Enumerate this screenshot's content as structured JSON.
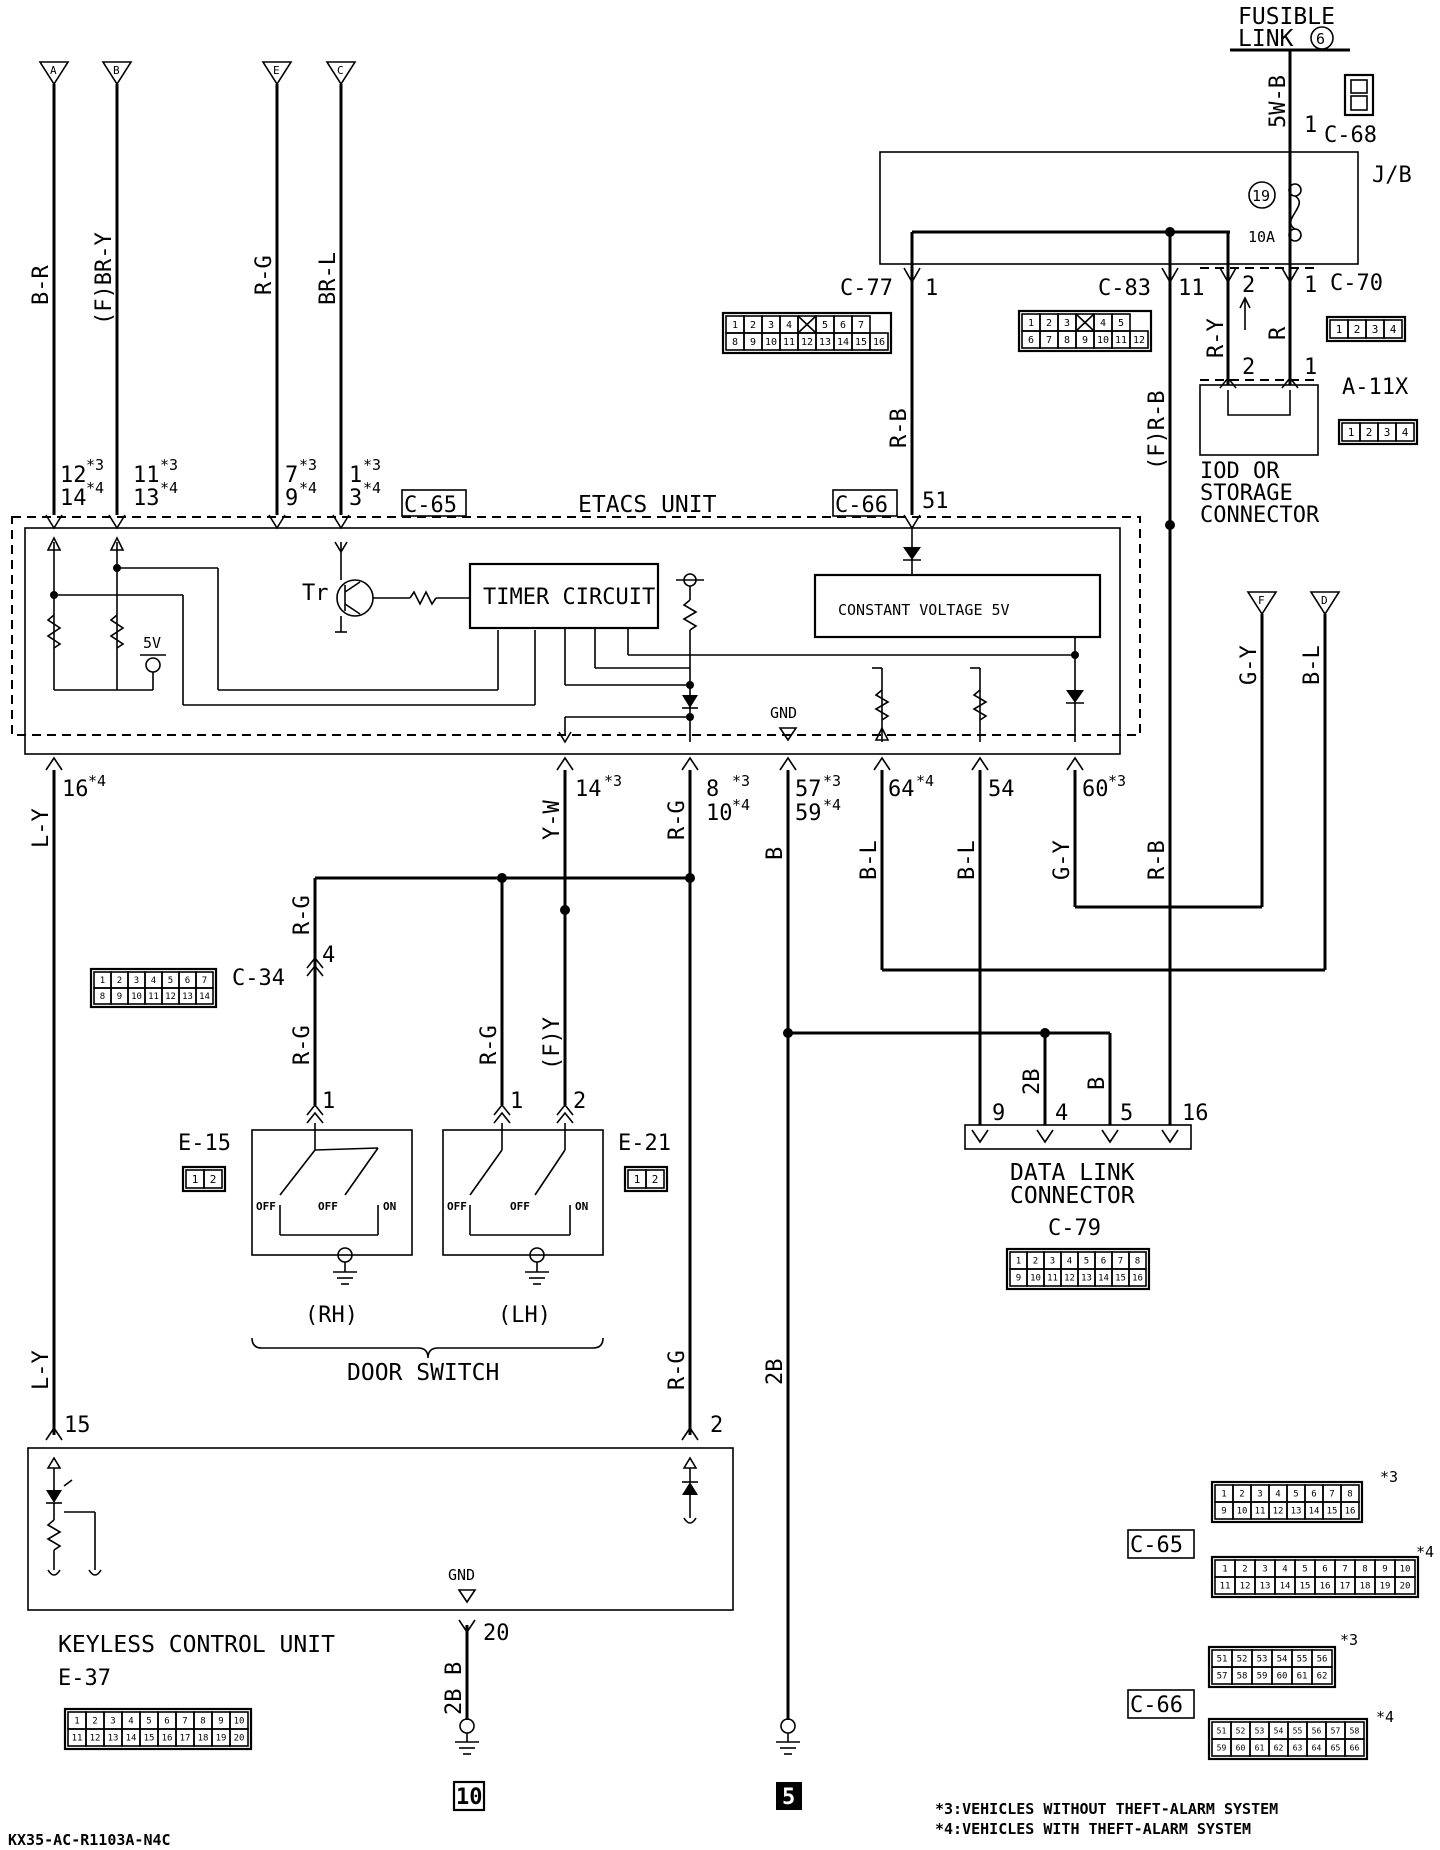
{
  "header": {
    "fusible_link_line1": "FUSIBLE",
    "fusible_link_line2": "LINK",
    "fusible_link_number": "6"
  },
  "terminals": {
    "A": "A",
    "B": "B",
    "E": "E",
    "C": "C",
    "F": "F",
    "D": "D"
  },
  "wire_colors": {
    "w_a": "B-R",
    "w_b": "(F)BR-Y",
    "w_e": "R-G",
    "w_c": "BR-L",
    "w_5wb": "5W-B",
    "w_c77": "R-B",
    "w_c83": "(F)R-B",
    "w_ry": "R-Y",
    "w_r": "R",
    "w_gy_top": "G-Y",
    "w_bl_top": "B-L",
    "w_ly1": "L-Y",
    "w_yw": "Y-W",
    "w_rg1": "R-G",
    "w_b57": "B",
    "w_bl64": "B-L",
    "w_bl54": "B-L",
    "w_gy60": "G-Y",
    "w_rb_low": "R-B",
    "w_rg_rh1": "R-G",
    "w_rg_rh2": "R-G",
    "w_rg_lh": "R-G",
    "w_fy": "(F)Y",
    "w_2b_dlc": "2B",
    "w_b_dlc": "B",
    "w_ly2": "L-Y",
    "w_rg2": "R-G",
    "w_2b_mid": "2B",
    "w_b_kcu": "B",
    "w_2b_kcu": "2B"
  },
  "connectors": {
    "c68": "C-68",
    "jb": "J/B",
    "fuse_no": "19",
    "fuse_amp": "10A",
    "c77": "C-77",
    "c83": "C-83",
    "c70": "C-70",
    "a11x": "A-11X",
    "c65": "C-65",
    "c66": "C-66",
    "c34": "C-34",
    "e15": "E-15",
    "e21": "E-21",
    "c79": "C-79",
    "e37": "E-37"
  },
  "pins": {
    "p_c68": "1",
    "p_c77": "1",
    "p_c83": "11",
    "p_c70_2": "2",
    "p_c70_1": "1",
    "p_a11_2": "2",
    "p_a11_1": "1",
    "p_a_top": "12",
    "p_a_bot": "14",
    "p_b_top": "11",
    "p_b_bot": "13",
    "p_e_top": "7",
    "p_e_bot": "9",
    "p_c_top": "1",
    "p_c_bot": "3",
    "p_51": "51",
    "p_16": "16",
    "p_14": "14",
    "p_8": "8",
    "p_10": "10",
    "p_57": "57",
    "p_59": "59",
    "p_64": "64",
    "p_54": "54",
    "p_60": "60",
    "p_c34": "4",
    "p_e15": "1",
    "p_e21_1": "1",
    "p_e21_2": "2",
    "p_dlc9": "9",
    "p_dlc4": "4",
    "p_dlc5": "5",
    "p_dlc16": "16",
    "p_kcu15": "15",
    "p_kcu2": "2",
    "p_kcu20": "20"
  },
  "notes": {
    "n3": "*3",
    "n4": "*4"
  },
  "etacs": {
    "title": "ETACS UNIT",
    "timer": "TIMER CIRCUIT",
    "constant_voltage": "CONSTANT VOLTAGE 5V",
    "tr": "Tr",
    "five_v": "5V",
    "gnd": "GND"
  },
  "iod": {
    "line1": "IOD OR",
    "line2": "STORAGE",
    "line3": "CONNECTOR"
  },
  "door_switch": {
    "title": "DOOR SWITCH",
    "rh": "(RH)",
    "lh": "(LH)",
    "off": "OFF",
    "on": "ON"
  },
  "dlc": {
    "line1": "DATA LINK",
    "line2": "CONNECTOR"
  },
  "kcu": {
    "title": "KEYLESS CONTROL UNIT",
    "gnd": "GND"
  },
  "grounds": {
    "g10": "10",
    "g5": "5"
  },
  "legend": {
    "n3": "*3:VEHICLES WITHOUT THEFT-ALARM SYSTEM",
    "n4": "*4:VEHICLES WITH THEFT-ALARM SYSTEM"
  },
  "footer": {
    "code": "KX35-AC-R1103A-N4C"
  },
  "connector_faces": {
    "c77_top": [
      "1",
      "2",
      "3",
      "4",
      "",
      "5",
      "6",
      "7"
    ],
    "c77_bot": [
      "8",
      "9",
      "10",
      "11",
      "12",
      "13",
      "14",
      "15",
      "16"
    ],
    "c83_top": [
      "1",
      "2",
      "3",
      "",
      "4",
      "5"
    ],
    "c83_bot": [
      "6",
      "7",
      "8",
      "9",
      "10",
      "11",
      "12"
    ],
    "c70_cells": [
      "1",
      "2",
      "3",
      "4"
    ],
    "c34_top": [
      "1",
      "2",
      "3",
      "4",
      "5",
      "6",
      "7"
    ],
    "c34_bot": [
      "8",
      "9",
      "10",
      "11",
      "12",
      "13",
      "14"
    ],
    "c79_top": [
      "1",
      "2",
      "3",
      "4",
      "5",
      "6",
      "7",
      "8"
    ],
    "c79_bot": [
      "9",
      "10",
      "11",
      "12",
      "13",
      "14",
      "15",
      "16"
    ],
    "e37_top": [
      "1",
      "2",
      "3",
      "4",
      "5",
      "6",
      "7",
      "8",
      "9",
      "10"
    ],
    "e37_bot": [
      "11",
      "12",
      "13",
      "14",
      "15",
      "16",
      "17",
      "18",
      "19",
      "20"
    ],
    "c65a_top": [
      "1",
      "2",
      "3",
      "4",
      "5",
      "6",
      "7",
      "8"
    ],
    "c65a_bot": [
      "9",
      "10",
      "11",
      "12",
      "13",
      "14",
      "15",
      "16"
    ],
    "c65b_top": [
      "1",
      "2",
      "3",
      "4",
      "5",
      "6",
      "7",
      "8",
      "9",
      "10"
    ],
    "c65b_bot": [
      "11",
      "12",
      "13",
      "14",
      "15",
      "16",
      "17",
      "18",
      "19",
      "20"
    ],
    "c66a_top": [
      "51",
      "52",
      "53",
      "54",
      "55",
      "56"
    ],
    "c66a_bot": [
      "57",
      "58",
      "59",
      "60",
      "61",
      "62"
    ],
    "c66b_top": [
      "51",
      "52",
      "53",
      "54",
      "55",
      "56",
      "57",
      "58"
    ],
    "c66b_bot": [
      "59",
      "60",
      "61",
      "62",
      "63",
      "64",
      "65",
      "66"
    ]
  }
}
